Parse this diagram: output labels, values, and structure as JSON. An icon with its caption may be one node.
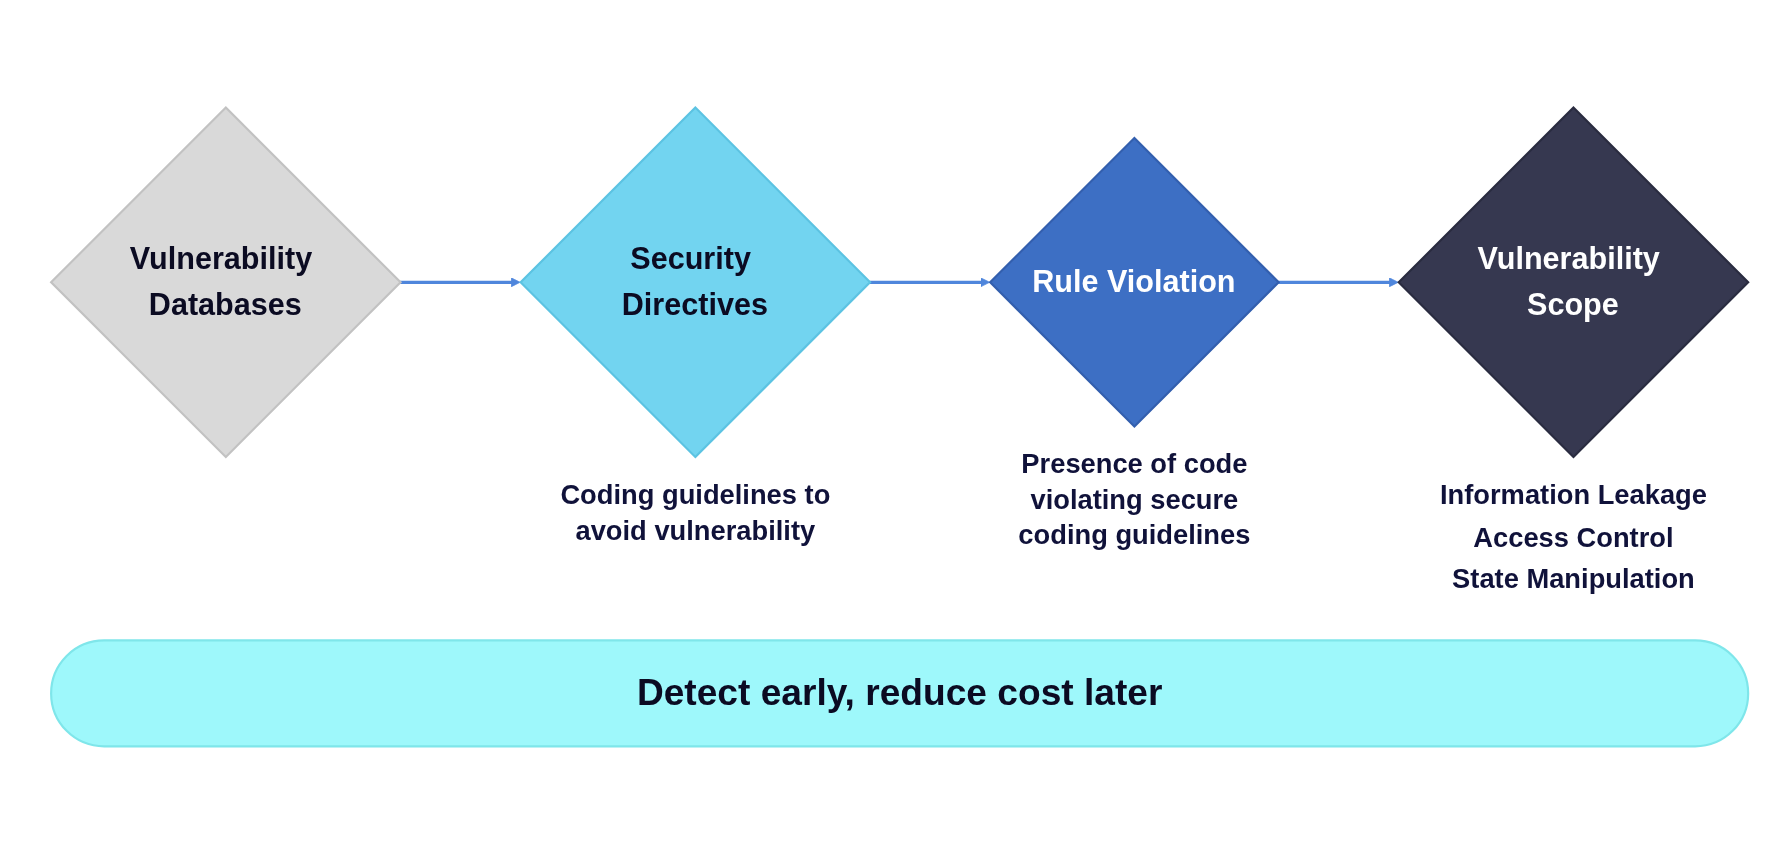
{
  "diagram": {
    "nodes": [
      {
        "text": [
          "Vulnerability Databases"
        ]
      },
      {
        "text": [
          "Security Directives"
        ],
        "beside": [
          "Coding guidelines to avoid vulnerability"
        ]
      },
      {
        "text": [
          "Rule Violation"
        ],
        "beside": [
          "Presence of code violating secure coding guidelines"
        ]
      },
      {
        "text": [
          "Vulnerability Scope"
        ],
        "beside": [
          "Information Leakage",
          "Access Control",
          "State Manipulation"
        ]
      },
      {
        "text": [
          "Detect early, reduce cost later"
        ]
      }
    ],
    "edges": [
      {
        "from": 0,
        "to": 1,
        "arrow": "to"
      },
      {
        "from": 1,
        "to": 2,
        "arrow": "to"
      },
      {
        "from": 2,
        "to": 3,
        "arrow": "to"
      }
    ]
  }
}
